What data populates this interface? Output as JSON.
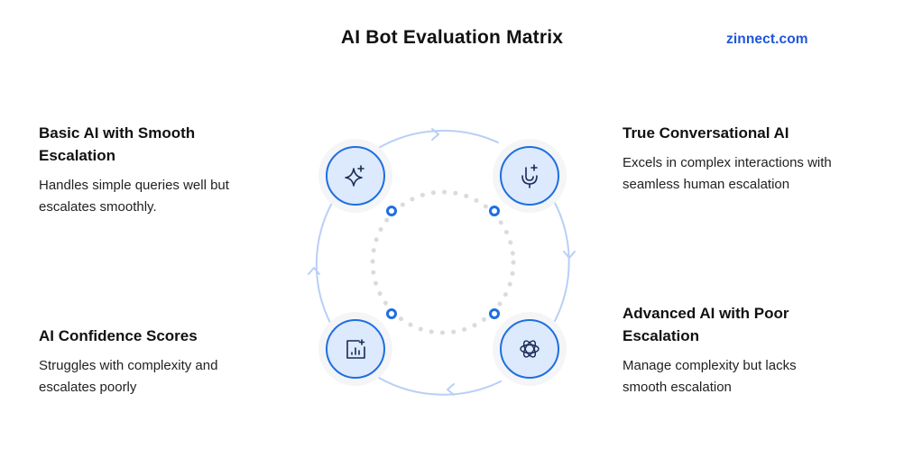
{
  "header": {
    "title": "AI Bot Evaluation Matrix",
    "brand": "zinnect.com"
  },
  "colors": {
    "accent": "#1f6fe0",
    "node_fill": "#dde9fc",
    "node_ring": "#f3f4f6",
    "arc": "#b9cff6",
    "dots": "#d8dbe0",
    "brand": "#1f56d8"
  },
  "quadrants": [
    {
      "id": "top-left",
      "title_line1": "Basic AI with Smooth",
      "title_line2": "Escalation",
      "desc_line1": "Handles simple queries well but",
      "desc_line2": "escalates smoothly.",
      "icon": "sparkle-icon"
    },
    {
      "id": "top-right",
      "title_line1": "True Conversational AI",
      "title_line2": "",
      "desc_line1": "Excels in complex interactions with",
      "desc_line2": "seamless human escalation",
      "icon": "mic-sparkle-icon"
    },
    {
      "id": "bottom-left",
      "title_line1": "AI Confidence Scores",
      "title_line2": "",
      "desc_line1": "Struggles with complexity and",
      "desc_line2": "escalates poorly",
      "icon": "chart-sparkle-icon"
    },
    {
      "id": "bottom-right",
      "title_line1": "Advanced AI with Poor",
      "title_line2": "Escalation",
      "desc_line1": "Manage complexity but lacks",
      "desc_line2": "smooth escalation",
      "icon": "openai-icon"
    }
  ]
}
